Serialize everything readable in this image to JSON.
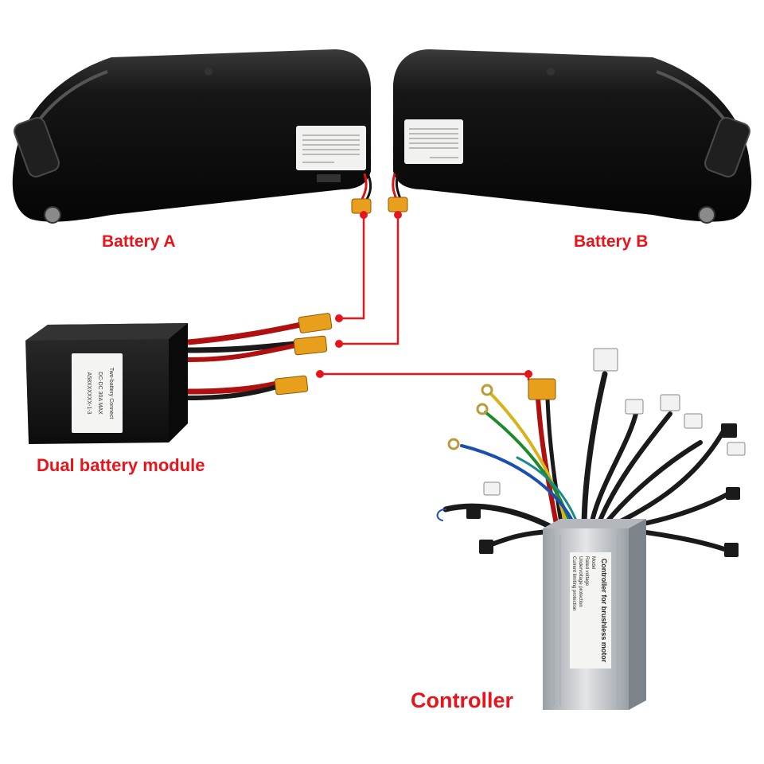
{
  "labels": {
    "battery_a": "Battery A",
    "battery_b": "Battery B",
    "dual_module": "Dual battery module",
    "controller": "Controller"
  },
  "module_sticker": {
    "line1": "Two-battery Connect",
    "line2": "DC-DC 30A MAX",
    "line3": "A58XXXXXX-1-3"
  },
  "controller_sticker": {
    "title": "Controller for brushless motor",
    "line1": "Model",
    "line2": "Rated voltage",
    "line3": "Undervoltage protection",
    "line4": "Current limiting protection"
  },
  "colors": {
    "label_red": "#e8141b",
    "wire_red": "#e8141b",
    "battery_body": "#111111",
    "controller_body": "#c9ccd0",
    "connector_yellow": "#e8a01c"
  }
}
